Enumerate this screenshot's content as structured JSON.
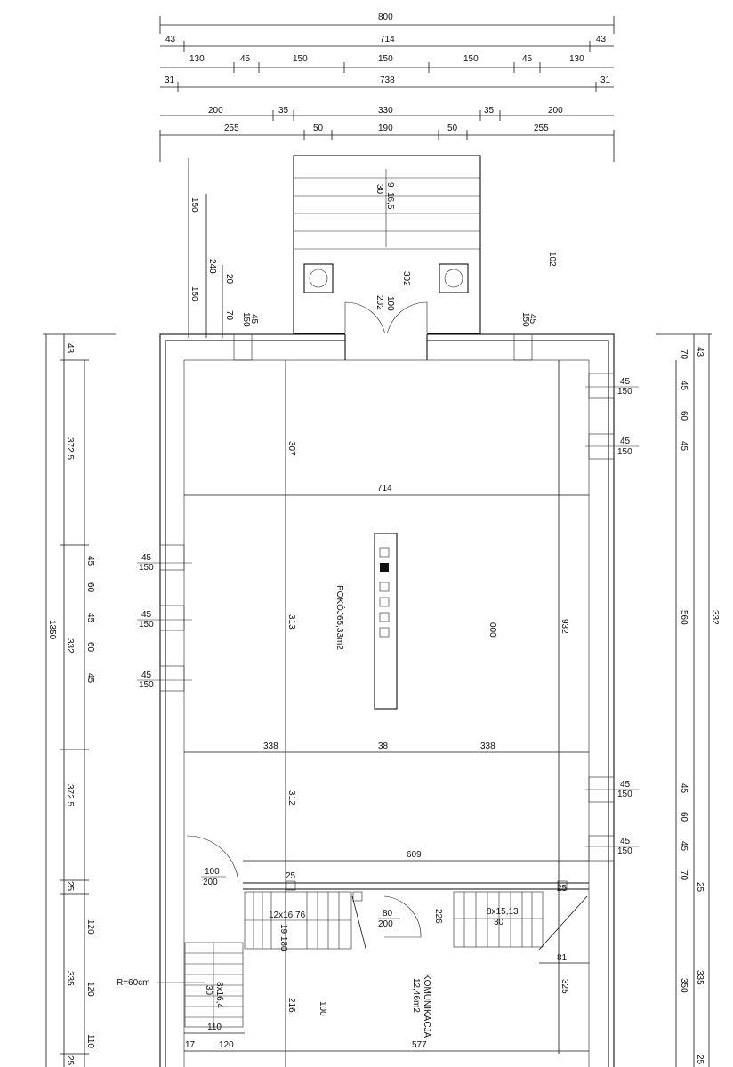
{
  "dims": {
    "top_total": "800",
    "top_row1": [
      "43",
      "714",
      "43"
    ],
    "top_row2": [
      "130",
      "45",
      "150",
      "150",
      "150",
      "45",
      "130"
    ],
    "top_row3": [
      "31",
      "738",
      "31"
    ],
    "top_row4": [
      "200",
      "35",
      "330",
      "35",
      "200"
    ],
    "top_row5": [
      "255",
      "50",
      "190",
      "50",
      "255"
    ],
    "left_outer": "1350",
    "left_segments": [
      "43",
      "372.5",
      "332",
      "372.5",
      "25",
      "335",
      "25"
    ],
    "left_inner": [
      "45",
      "60",
      "45",
      "60",
      "45",
      "120",
      "120",
      "110"
    ],
    "left_windows": [
      [
        "45",
        "150"
      ],
      [
        "45",
        "150"
      ],
      [
        "45",
        "150"
      ]
    ],
    "right_outer": "332",
    "right_inner": [
      "43",
      "70",
      "45",
      "60",
      "45",
      "560",
      "45",
      "60",
      "45",
      "70",
      "25",
      "335",
      "350",
      "25"
    ],
    "right_windows": [
      [
        "45",
        "150"
      ],
      [
        "45",
        "150"
      ],
      [
        "45",
        "150"
      ],
      [
        "45",
        "150"
      ]
    ],
    "entry_left": [
      "150",
      "240",
      "150",
      "20",
      "70",
      "45",
      "150"
    ],
    "entry_right": [
      "45",
      "150"
    ],
    "stair_top": [
      "9",
      "16,5",
      "30"
    ],
    "level_marks": [
      "102",
      "302",
      "100",
      "000",
      "226",
      "100"
    ],
    "door_main": [
      "100",
      "202"
    ],
    "interior": {
      "span_714": "714",
      "v307": "307",
      "v313": "313",
      "v312": "312",
      "v932": "932",
      "h338a": "338",
      "h38": "38",
      "h338b": "338",
      "h609": "609",
      "door_wc": [
        "100",
        "200"
      ],
      "door_mid": [
        "80",
        "200"
      ],
      "stair_a": [
        "12x16,76",
        "19,180"
      ],
      "stair_b": [
        "8x15,13",
        "30"
      ],
      "stair_c": [
        "8x16,4",
        "30"
      ],
      "radius": "R=60cm",
      "d25a": "25",
      "d25b": "25",
      "d81": "81",
      "d325": "325",
      "d216": "216",
      "d110": "110",
      "b17": "17",
      "b120": "120",
      "b577": "577"
    }
  },
  "rooms": {
    "main_name": "POKÓJ",
    "main_area": "65,33m2",
    "comm_name": "KOMUNIKACJA",
    "comm_area": "12,46m2"
  }
}
